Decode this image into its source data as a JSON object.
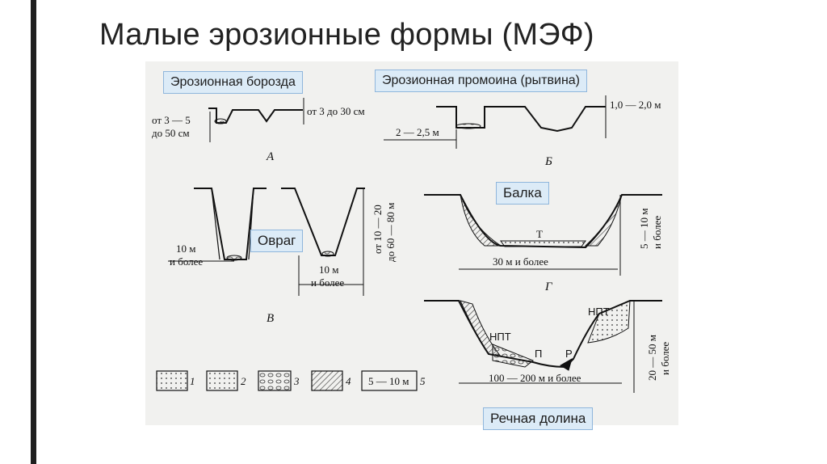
{
  "slide": {
    "title": "Малые эрозионные формы (МЭФ)"
  },
  "callouts": {
    "furrow": "Эрозионная борозда",
    "gully_small": "Эрозионная промоина (рытвина)",
    "ravine": "Овраг",
    "balka": "Балка",
    "river_valley": "Речная долина"
  },
  "figure": {
    "panel_a": {
      "letter": "А",
      "width": "от 3 — 5 до 50 см",
      "width_line1": "от 3 — 5",
      "width_line2": "до 50 см",
      "depth": "от 3 до 30 см"
    },
    "panel_b": {
      "letter": "Б",
      "width": "2 — 2,5 м",
      "depth": "1,0 — 2,0 м"
    },
    "panel_v": {
      "letter": "В",
      "width_left_line1": "10 м",
      "width_left_line2": "и более",
      "width_right_line1": "10 м",
      "width_right_line2": "и более",
      "depth_line1": "от 10 — 20",
      "depth_line2": "до 60 — 80 м"
    },
    "panel_g": {
      "letter": "Г",
      "terrace": "Т",
      "width": "30 м и более",
      "depth_line1": "5 — 10 м",
      "depth_line2": "и более"
    },
    "panel_d": {
      "npt_left": "НПТ",
      "npt_right": "НПТ",
      "floodplain": "П",
      "river": "Р",
      "width": "100 — 200 м и более",
      "depth_line1": "20 — 50 м",
      "depth_line2": "и более"
    },
    "legend": [
      {
        "num": "1",
        "text": ""
      },
      {
        "num": "2",
        "text": ""
      },
      {
        "num": "3",
        "text": ""
      },
      {
        "num": "4",
        "text": ""
      },
      {
        "num": "5",
        "text": "5 — 10 м"
      }
    ]
  }
}
